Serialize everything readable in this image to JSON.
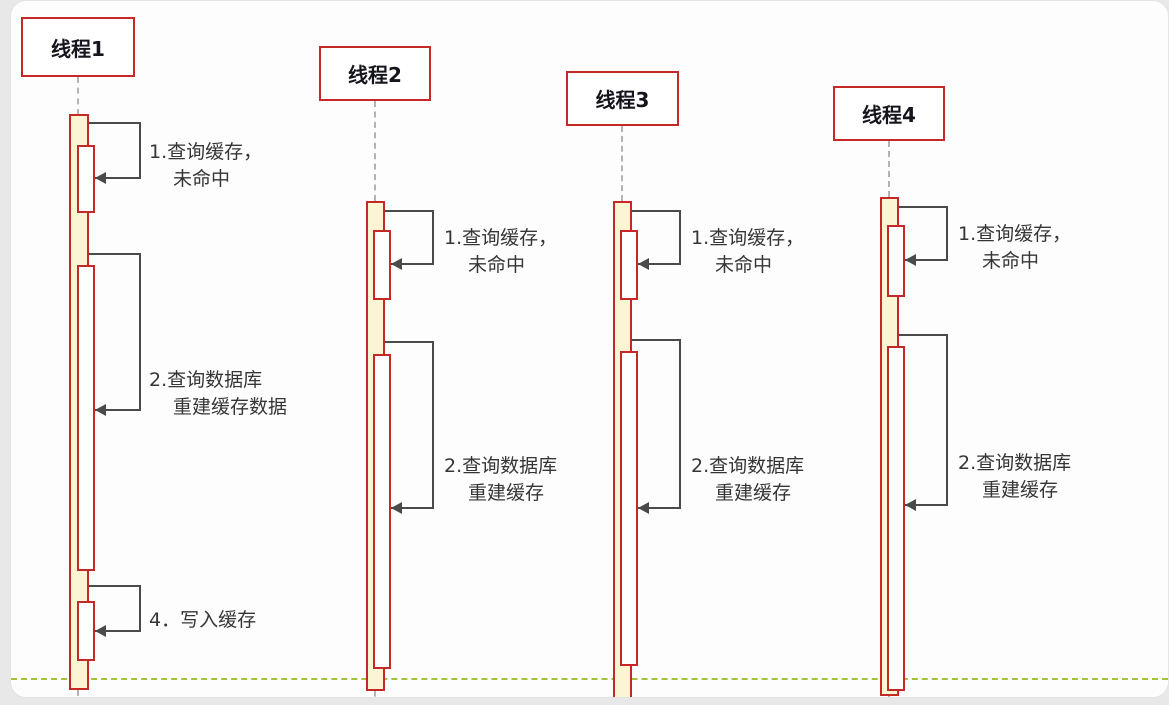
{
  "threads": [
    {
      "name": "线程1",
      "messages": [
        {
          "line1": "1.查询缓存，",
          "line2": "未命中"
        },
        {
          "line1": "2.查询数据库",
          "line2": "重建缓存数据"
        },
        {
          "line1": "4．写入缓存",
          "line2": ""
        }
      ]
    },
    {
      "name": "线程2",
      "messages": [
        {
          "line1": "1.查询缓存，",
          "line2": "未命中"
        },
        {
          "line1": "2.查询数据库",
          "line2": "重建缓存"
        }
      ]
    },
    {
      "name": "线程3",
      "messages": [
        {
          "line1": "1.查询缓存，",
          "line2": "未命中"
        },
        {
          "line1": "2.查询数据库",
          "line2": "重建缓存"
        }
      ]
    },
    {
      "name": "线程4",
      "messages": [
        {
          "line1": "1.查询缓存，",
          "line2": "未命中"
        },
        {
          "line1": "2.查询数据库",
          "line2": "重建缓存"
        }
      ]
    }
  ],
  "colors": {
    "accent_red": "#c62828",
    "bar_fill": "#fbf5d4",
    "arrow": "#4a4a4a",
    "lifeline": "#b3b3b3",
    "baseline_green": "#a4c13c",
    "label_text": "#353535"
  }
}
